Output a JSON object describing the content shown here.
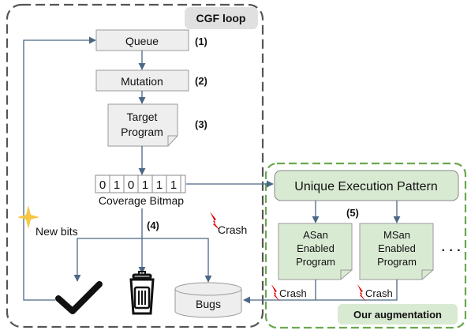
{
  "cgf_loop": {
    "title": "CGF loop",
    "queue": "Queue",
    "mutation": "Mutation",
    "target_program_line1": "Target",
    "target_program_line2": "Program",
    "step1": "(1)",
    "step2": "(2)",
    "step3": "(3)",
    "step4": "(4)",
    "bitmap_bits": [
      "0",
      "1",
      "0",
      "1",
      "1",
      "1"
    ],
    "bitmap_label": "Coverage Bitmap",
    "new_bits": "New bits",
    "crash": "Crash",
    "bugs": "Bugs"
  },
  "augmentation": {
    "title": "Our augmentation",
    "unique_pattern": "Unique Execution Pattern",
    "step5": "(5)",
    "asan": [
      "ASan",
      "Enabled",
      "Program"
    ],
    "msan": [
      "MSan",
      "Enabled",
      "Program"
    ],
    "ellipsis": "· · ·",
    "crash_left": "Crash",
    "crash_right": "Crash"
  },
  "colors": {
    "loop_border": "#555555",
    "aug_border": "#6aa84f",
    "aug_badge": "#d9ead3",
    "pattern_fill": "#d9ead3",
    "box_fill": "#eeeeee",
    "arrow": "#4a6785",
    "crash_icon": "#e00000",
    "sparkle": "#f6c744"
  }
}
